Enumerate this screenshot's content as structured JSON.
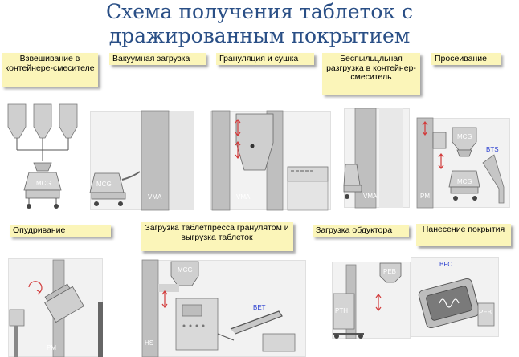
{
  "title": {
    "line1": "Схема получения таблеток с",
    "line2": "дражированным покрытием"
  },
  "steps": [
    {
      "label": "Взвешивание в контейнере-смесителе",
      "equipment": [
        "MCG"
      ]
    },
    {
      "label": "Вакуумная загрузка",
      "equipment": [
        "MCG",
        "VMA"
      ]
    },
    {
      "label": "Грануляция и сушка",
      "equipment": [
        "VMA"
      ]
    },
    {
      "label": "Беспыльцльная разгрузка в контейнер-смеситель",
      "equipment": [
        "VMA"
      ]
    },
    {
      "label": "Просеивание",
      "equipment": [
        "MCG",
        "BTS",
        "MCG",
        "PM"
      ]
    },
    {
      "label": "Опудривание",
      "equipment": [
        "PM"
      ]
    },
    {
      "label": "Загрузка таблетпресса гранулятом и выгрузка таблеток",
      "equipment": [
        "MCG",
        "BET",
        "HS"
      ]
    },
    {
      "label": "Загрузка обдуктора",
      "equipment": [
        "PEB",
        "PTH"
      ]
    },
    {
      "label": "Нанесение покрытия",
      "equipment": [
        "BFC",
        "PEB"
      ]
    }
  ],
  "colors": {
    "title": "#2a4f86",
    "label_bg": "#fbf5b9",
    "equipment_text": "#2a3fd0",
    "arrow_red": "#d23b3b"
  }
}
